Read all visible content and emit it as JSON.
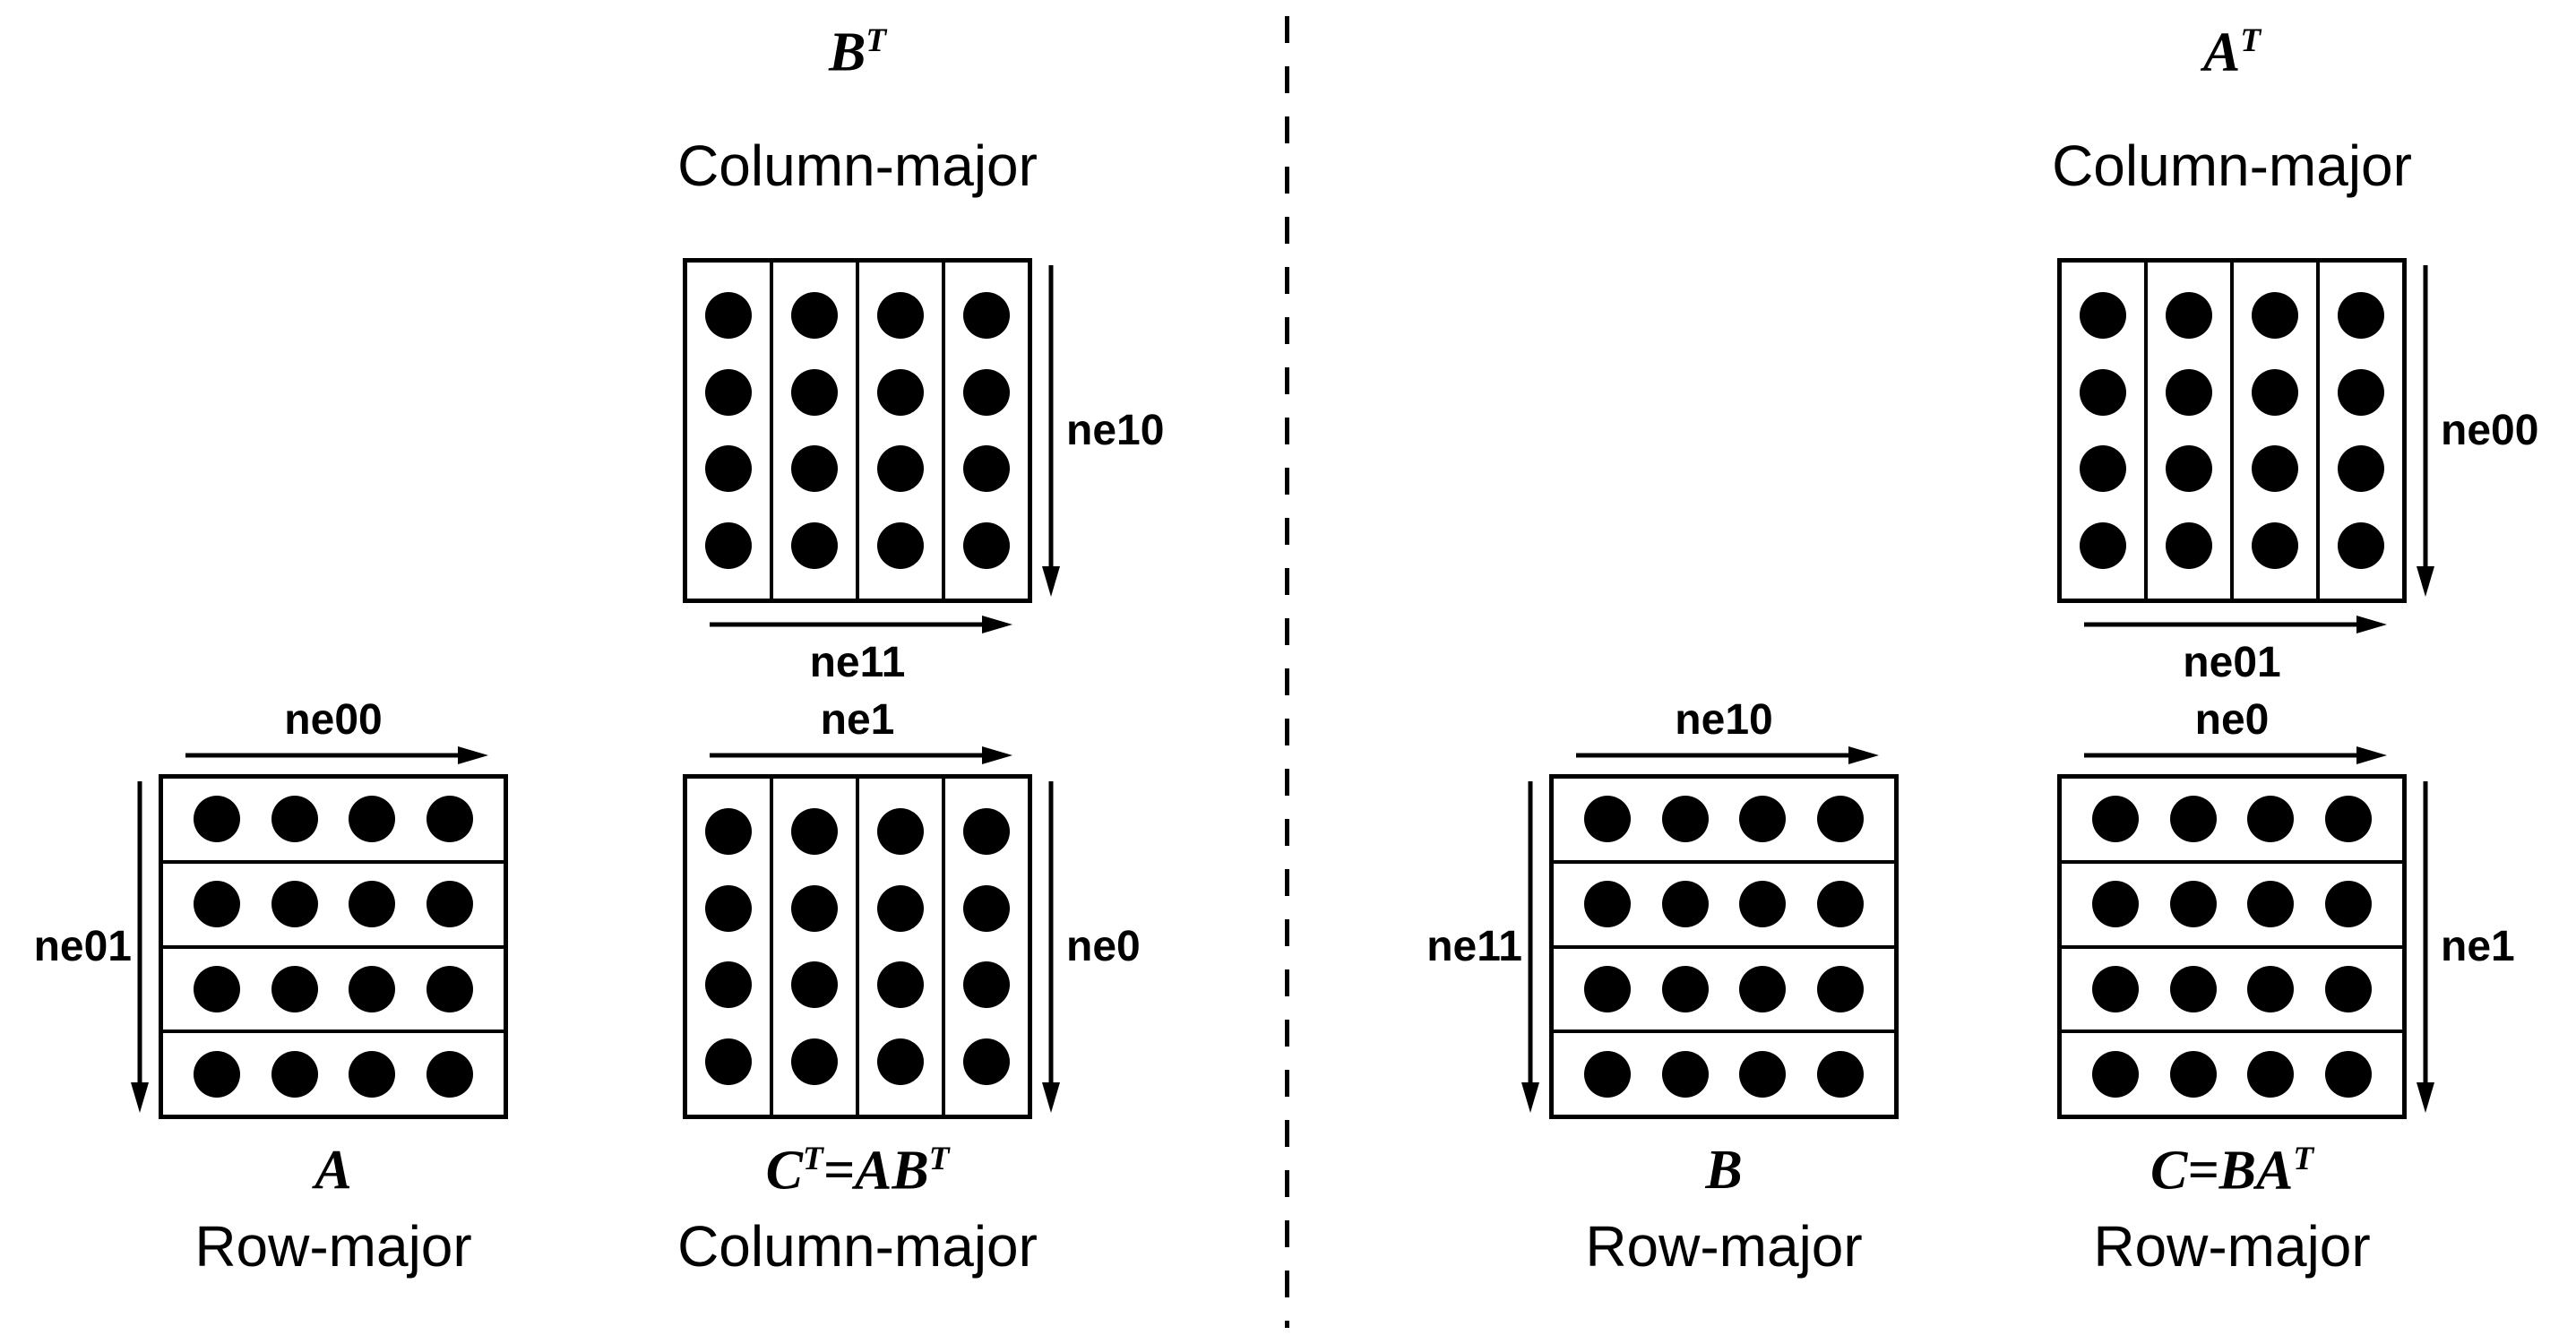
{
  "colors": {
    "ink": "#000000",
    "background": "#ffffff",
    "dot": "#000000"
  },
  "separator": {
    "style": "vertical-dashed-line"
  },
  "panels": {
    "left": [
      "bt",
      "a",
      "ct"
    ],
    "right": [
      "at",
      "b",
      "c"
    ]
  },
  "figures": {
    "bt": {
      "title": [
        {
          "text": "B"
        },
        {
          "text": "T",
          "sup": true
        }
      ],
      "layout": "Column-major",
      "orientation": "column",
      "rows": 4,
      "cols": 4,
      "v_label": "ne10",
      "h_label": "ne11"
    },
    "a": {
      "title": [
        {
          "text": "A"
        }
      ],
      "layout": "Row-major",
      "orientation": "row",
      "rows": 4,
      "cols": 4,
      "h_label": "ne00",
      "v_label": "ne01"
    },
    "ct": {
      "title": [
        {
          "text": "C"
        },
        {
          "text": "T",
          "sup": true
        },
        {
          "text": "=AB"
        },
        {
          "text": "T",
          "sup": true
        }
      ],
      "layout": "Column-major",
      "orientation": "column",
      "rows": 4,
      "cols": 4,
      "h_label": "ne1",
      "v_label": "ne0"
    },
    "at": {
      "title": [
        {
          "text": "A"
        },
        {
          "text": "T",
          "sup": true
        }
      ],
      "layout": "Column-major",
      "orientation": "column",
      "rows": 4,
      "cols": 4,
      "v_label": "ne00",
      "h_label": "ne01"
    },
    "b": {
      "title": [
        {
          "text": "B"
        }
      ],
      "layout": "Row-major",
      "orientation": "row",
      "rows": 4,
      "cols": 4,
      "h_label": "ne10",
      "v_label": "ne11"
    },
    "c": {
      "title": [
        {
          "text": "C=BA"
        },
        {
          "text": "T",
          "sup": true
        }
      ],
      "layout": "Row-major",
      "orientation": "row",
      "rows": 4,
      "cols": 4,
      "h_label": "ne0",
      "v_label": "ne1"
    }
  }
}
